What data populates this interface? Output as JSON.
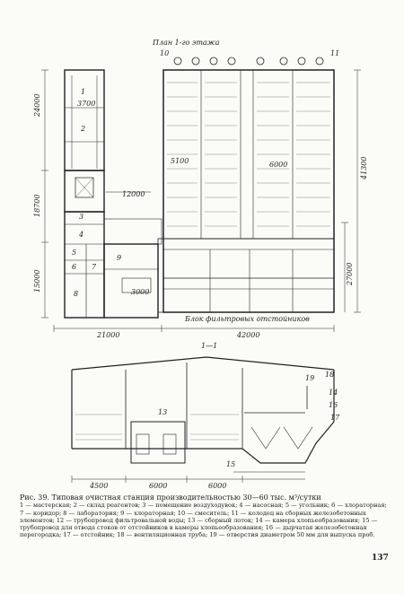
{
  "figure": {
    "plan_title": "План 1-го этажа",
    "plan_bottom_label": "Блок фильтровых отстойников",
    "section_title": "1—1",
    "dims": {
      "left_top": "24000",
      "left_mid": "18700",
      "left_bottom": "15000",
      "right_total": "41300",
      "right_bottom": "27000",
      "inner_12000": "12000",
      "inner_6000": "6000",
      "inner_3000": "3000",
      "inner_2700": "3700",
      "inner_5100": "5100",
      "bottom_left": "21000",
      "bottom_right": "42000",
      "sec_4500": "4500",
      "sec_6000a": "6000",
      "sec_6000b": "6000"
    },
    "room_numbers": [
      "1",
      "2",
      "3",
      "4",
      "5",
      "6",
      "7",
      "8",
      "9",
      "10",
      "11"
    ],
    "section_numbers": [
      "13",
      "14",
      "15",
      "16",
      "17",
      "18",
      "19"
    ]
  },
  "caption": {
    "title": "Рис. 39. Типовая очистная станция производительностью 30—60 тыс. м³/сутки",
    "body": "1 — мастерская; 2 — склад реагентов; 3 — помещение воздуходувок; 4 — насосная; 5 — угольник; 6 — хлораторная; 7 — коридор; 8 — лаборатория; 9 — хлораторная; 10 — смеситель; 11 — колодец на сборных железобетонных элементов; 12 — трубопровод фильтровальной воды; 13 — сборный лоток; 14 — камера хлопьеобразования; 15 — трубопровод для отвода стоков от отстойников в камеры хлопьеобразования; 16 — дырчатая железобетонная перегородка; 17 — отстойник; 18 — вентиляционная труба; 19 — отверстия диаметром 50 мм для выпуска проб."
  },
  "page_number": "137"
}
